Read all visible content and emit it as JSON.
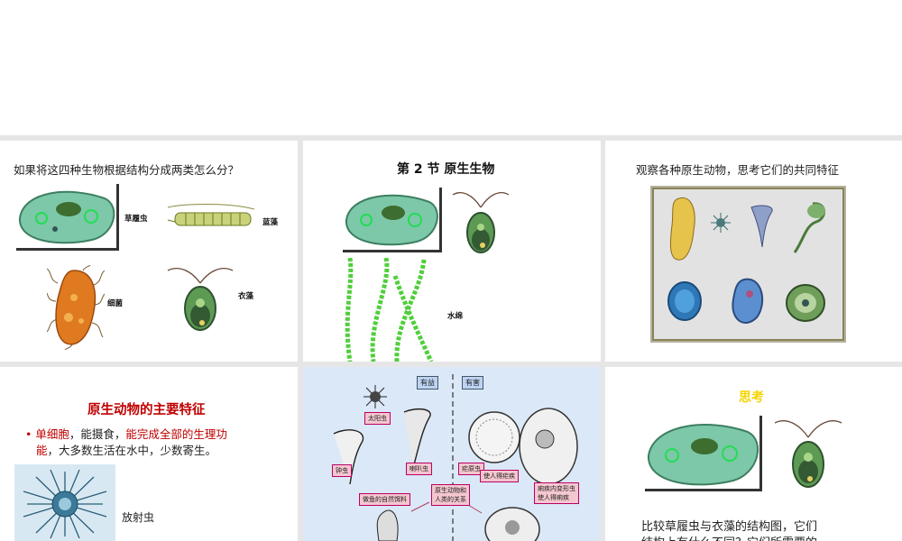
{
  "slide1": {
    "question": "如果将这四种生物根据结构分成两类怎么分？",
    "labels": {
      "paramecium": "草履虫",
      "cyanobacteria": "蓝藻",
      "bacteria": "细菌",
      "chlamydomonas": "衣藻"
    }
  },
  "slide2": {
    "title": "第 2 节  原生生物",
    "labels": {
      "spirogyra": "水绵"
    }
  },
  "slide3": {
    "title": "观察各种原生动物，思考它们的共同特征"
  },
  "slide4": {
    "title": "原生动物的主要特征",
    "bullet_red1": "单细胞",
    "bullet_black1": "，能摄食，",
    "bullet_red2": "能完成全部的生理功",
    "bullet_red3": "能",
    "bullet_black2": "，大多数生活在水中，少数寄生。",
    "label_radiolarian": "放射虫"
  },
  "slide5": {
    "tag_beneficial": "有益",
    "tag_harmful": "有害",
    "tag_sun": "太阳虫",
    "tag_bell": "钟虫",
    "tag_trumpet": "喇叭虫",
    "tag_fishfood": "做鱼的自然饵料",
    "tag_center": "原生动物和\n人类的关系",
    "tag_malaria": "疟原虫",
    "tag_malaria_disease": "使人得疟疾",
    "tag_amoeba": "痢疾内变形虫\n使人得痢疾"
  },
  "slide6": {
    "title": "思考",
    "body_line1": "比较草履虫与衣藻的结构图，它们",
    "body_line2": "结构上有什么不同？它们所需要的"
  }
}
